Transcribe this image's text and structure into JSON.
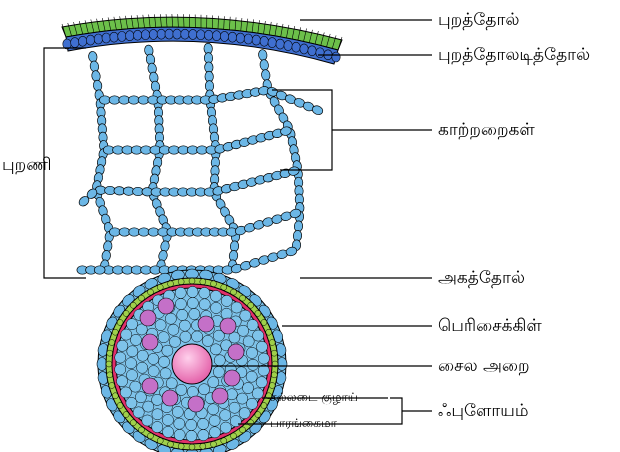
{
  "labels": {
    "epidermis": "புறத்தோல்",
    "hypodermis": "புறத்தோலடித்தோல்",
    "air_chambers": "காற்றறைகள்",
    "cortex": "புறணி",
    "endodermis": "அகத்தோல்",
    "pericycle": "பெரிசைக்கிள்",
    "xylem_chamber": "சைல அறை",
    "sieve_tube": "சல்லடை குழாய்",
    "parenchyma": "பாரங்கைமா",
    "phloem": "ஃபுளோயம்"
  },
  "colors": {
    "epidermis": "#6cc04a",
    "hypodermis": "#3f6fd0",
    "cortex_cells": "#6cb7e6",
    "endodermis_cells": "#6cb7e6",
    "pericycle_outer": "#9fd04a",
    "pericycle_inner": "#e0306a",
    "stele_cells": "#7ec3ea",
    "phloem_cells": "#c470c8",
    "xylem_chamber": "#e25aa5",
    "outline": "#000000"
  }
}
